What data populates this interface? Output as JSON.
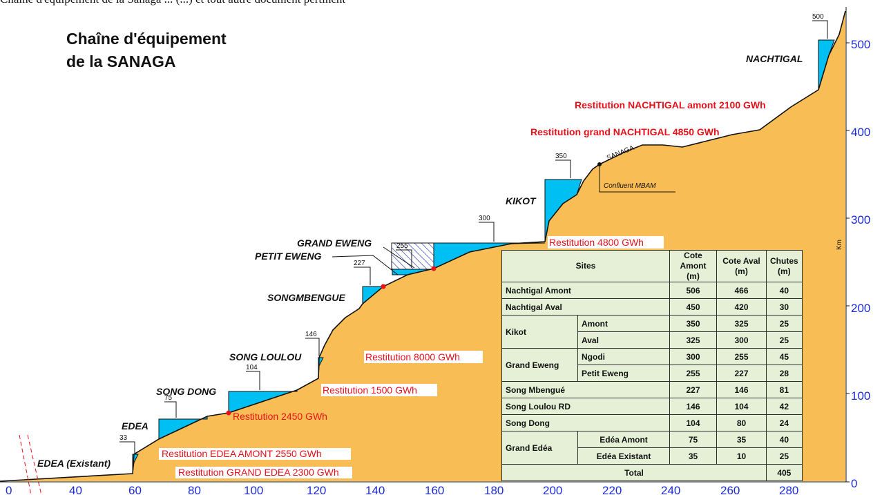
{
  "header": {
    "caption": "Chaîne d'équipement de la Sanaga ... (...) et tout autre document pertinent",
    "title_line1": "Chaîne d'équipement",
    "title_line2": "de la SANAGA"
  },
  "sites": [
    {
      "label": "EDEA (Existant)"
    },
    {
      "label": "EDEA"
    },
    {
      "label": "SONG DONG"
    },
    {
      "label": "SONG LOULOU"
    },
    {
      "label": "SONGMBENGUE"
    },
    {
      "label": "PETIT EWENG"
    },
    {
      "label": "GRAND EWENG"
    },
    {
      "label": "KIKOT"
    },
    {
      "label": "NACHTIGAL"
    }
  ],
  "elevation_markers": [
    "33",
    "75",
    "104",
    "146",
    "227",
    "255",
    "300",
    "350",
    "500"
  ],
  "restitutions": [
    "Restitution EDEA AMONT 2550 GWh",
    "Restitution GRAND EDEA 2300 GWh",
    "Restitution 2450 GWh",
    "Restitution 1500 GWh",
    "Restitution 8000 GWh",
    "Restitution 4800 GWh",
    "Restitution grand NACHTIGAL 4850 GWh",
    "Restitution NACHTIGAL amont 2100 GWh"
  ],
  "river_label": "SANAGA",
  "confluent_label": "Confluent MBAM",
  "axes": {
    "x_ticks": [
      "0",
      "40",
      "60",
      "80",
      "100",
      "120",
      "140",
      "160",
      "180",
      "200",
      "220",
      "240",
      "260",
      "280"
    ],
    "y_ticks": [
      "0",
      "100",
      "200",
      "300",
      "400",
      "500"
    ],
    "y_unit": "Km"
  },
  "table": {
    "headers": [
      "Sites",
      "Cote Amont (m)",
      "Cote Aval (m)",
      "Chutes (m)"
    ],
    "rows": {
      "nachtigal_amont": {
        "site": "Nachtigal Amont",
        "amont": "506",
        "aval": "466",
        "chute": "40"
      },
      "nachtigal_aval": {
        "site": "Nachtigal Aval",
        "amont": "450",
        "aval": "420",
        "chute": "30"
      },
      "kikot": {
        "site": "Kikot",
        "sub": [
          {
            "name": "Amont",
            "amont": "350",
            "aval": "325",
            "chute": "25"
          },
          {
            "name": "Aval",
            "amont": "325",
            "aval": "300",
            "chute": "25"
          }
        ]
      },
      "grand_eweng": {
        "site": "Grand Eweng",
        "sub": [
          {
            "name": "Ngodi",
            "amont": "300",
            "aval": "255",
            "chute": "45"
          },
          {
            "name": "Petit Eweng",
            "amont": "255",
            "aval": "227",
            "chute": "28"
          }
        ]
      },
      "song_mbengue": {
        "site": "Song Mbengué",
        "amont": "227",
        "aval": "146",
        "chute": "81"
      },
      "song_loulou": {
        "site": "Song Loulou RD",
        "amont": "146",
        "aval": "104",
        "chute": "42"
      },
      "song_dong": {
        "site": "Song Dong",
        "amont": "104",
        "aval": "80",
        "chute": "24"
      },
      "grand_edea": {
        "site": "Grand Edéa",
        "sub": [
          {
            "name": "Edéa Amont",
            "amont": "75",
            "aval": "35",
            "chute": "40"
          },
          {
            "name": "Edéa Existant",
            "amont": "35",
            "aval": "10",
            "chute": "25"
          }
        ]
      },
      "total": {
        "label": "Total",
        "chute": "405"
      }
    }
  },
  "colors": {
    "terrain": "#f8bd55",
    "reservoir": "#00bff3",
    "restitution": "#e8101a",
    "axis_ticks": "#1a2bd6",
    "table_bg": "#e6f0d6"
  }
}
